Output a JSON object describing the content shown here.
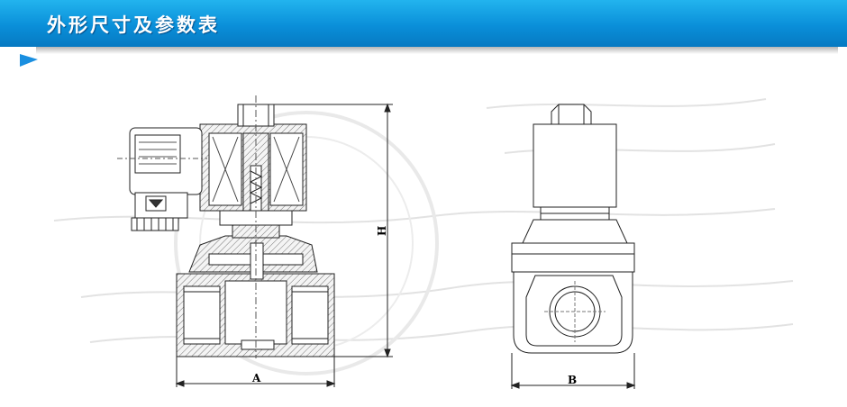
{
  "header": {
    "title": "外形尺寸及参数表",
    "accent_color": "#0a8fd9",
    "arrow_color": "#1a8fe0"
  },
  "drawing": {
    "dimensions": {
      "width_a": "A",
      "width_b": "B",
      "height_h": "H"
    }
  }
}
